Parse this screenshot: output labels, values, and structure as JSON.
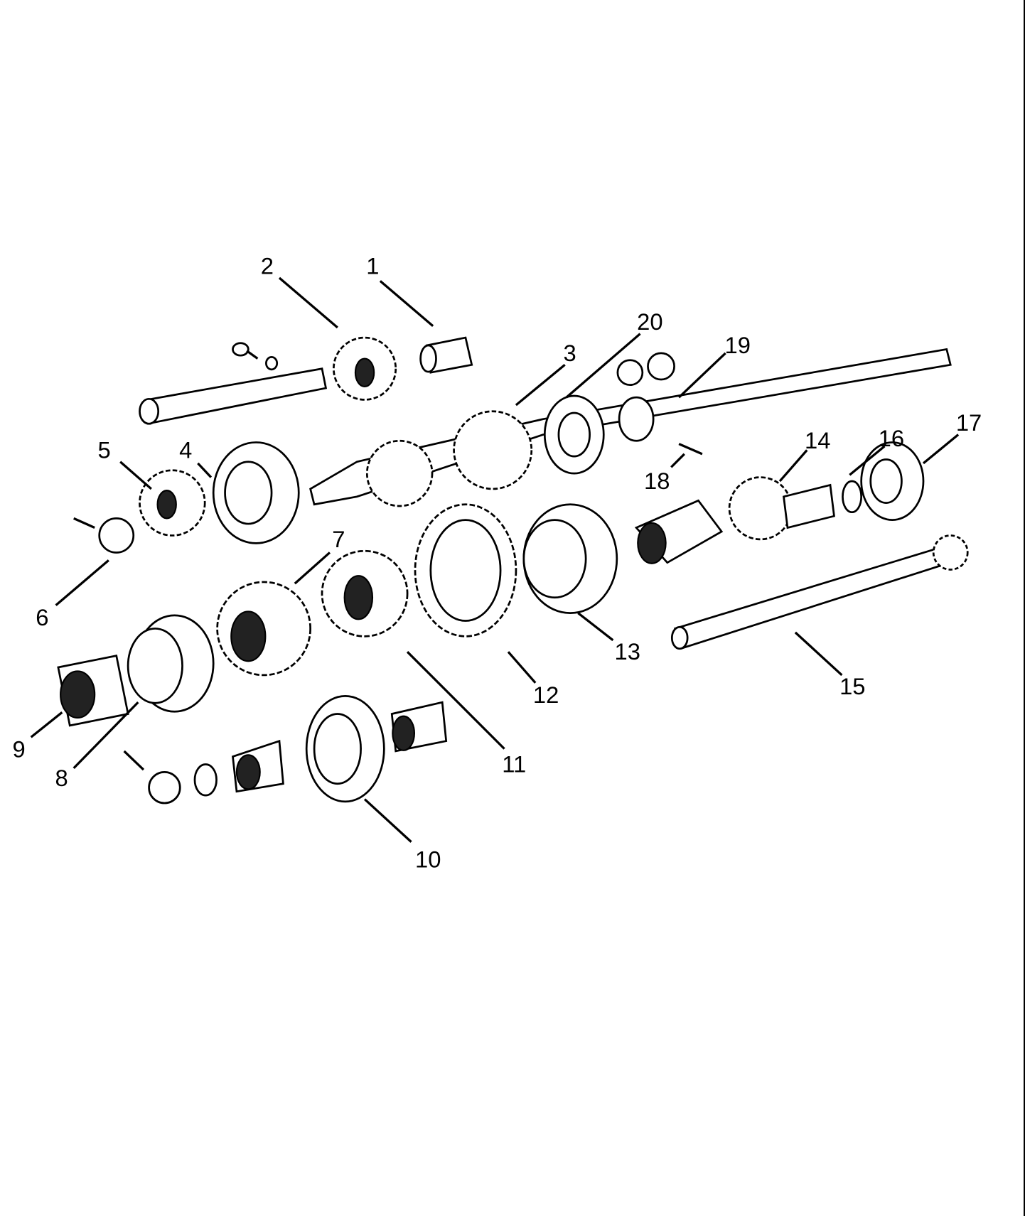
{
  "diagram": {
    "type": "exploded parts view",
    "callouts": [
      "1",
      "2",
      "3",
      "4",
      "5",
      "6",
      "7",
      "8",
      "9",
      "10",
      "11",
      "12",
      "13",
      "14",
      "15",
      "16",
      "17",
      "18",
      "19",
      "20"
    ]
  }
}
